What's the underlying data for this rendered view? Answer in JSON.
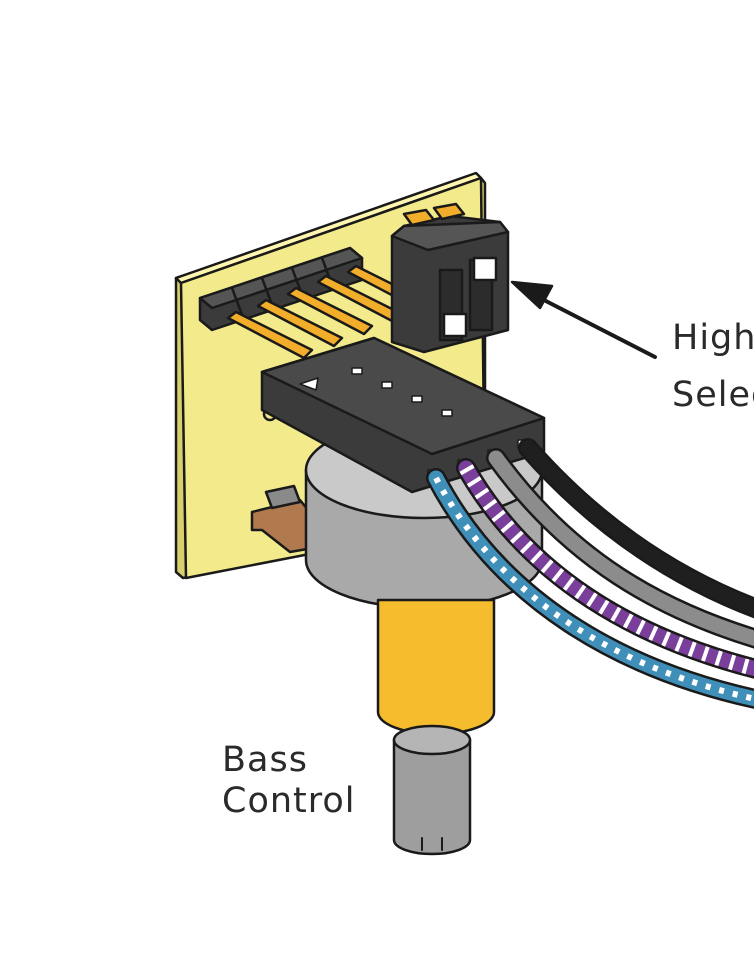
{
  "labels": {
    "switch_line1": "High",
    "switch_line2": "Selec",
    "pot_line1": "Bass",
    "pot_line2": "Control"
  },
  "colors": {
    "pcb": "#f3ea8c",
    "connector": "#3b3b3b",
    "pins": "#f2ad2a",
    "pot_body": "#a9a9a9",
    "shaft_sleeve": "#f5bd2e",
    "solder_tab": "#b07a4e",
    "wire_black": "#1f1f1f",
    "wire_gray": "#8c8c8c",
    "wire_purple": "#7a3f9a",
    "wire_blue": "#3f8fb8"
  }
}
